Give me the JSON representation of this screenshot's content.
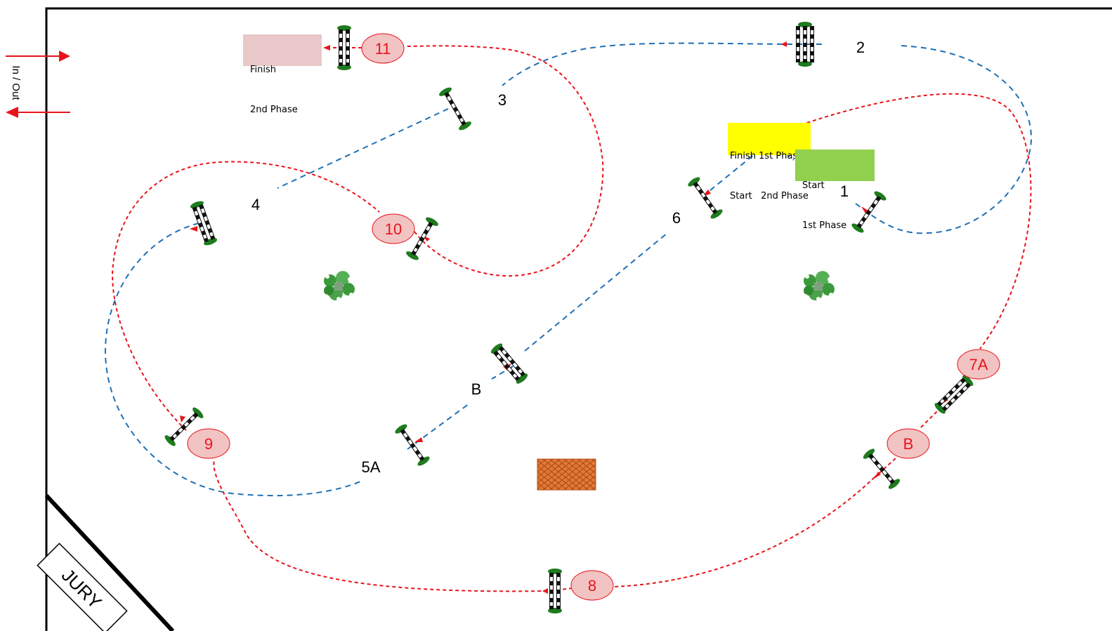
{
  "entrance": {
    "label": "In / Out"
  },
  "jury": {
    "label": "JURY"
  },
  "boxes": {
    "finish_second": {
      "line1": "Finish",
      "line2": "2nd Phase"
    },
    "finish_first": {
      "line1": "Finish 1st Phase",
      "line2": "Start   2nd Phase"
    },
    "start_first": {
      "line1": "Start",
      "line2": "1st Phase"
    }
  },
  "phase1_labels": [
    "1",
    "2",
    "3",
    "4",
    "5A",
    "B",
    "6"
  ],
  "phase2_labels": [
    "7A",
    "B",
    "8",
    "9",
    "10",
    "11"
  ],
  "colors": {
    "phase1_path": "#1f6fb5",
    "phase2_path": "#e8141b",
    "phase2_badge_fill": "#f2c3c3",
    "phase2_badge_text": "#e8141b",
    "finish_second_box": "#e8c8c8",
    "finish_first_box": "#ffff00",
    "start_first_box": "#92d050",
    "fence_ends": "#1e7b1e",
    "water_tray": "#d2691e"
  }
}
